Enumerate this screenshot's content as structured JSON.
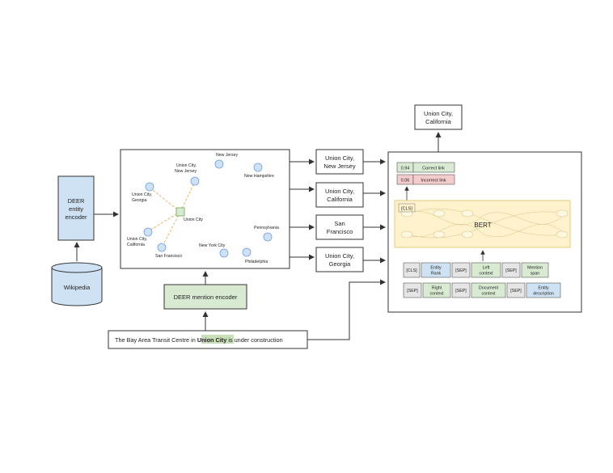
{
  "sentence": {
    "before": "The Bay Area Transit Centre in ",
    "mention": "Union City",
    "after": " is under construction"
  },
  "wikipedia": "Wikipedia",
  "entity_encoder": [
    "DEER",
    "entity",
    "encoder"
  ],
  "mention_encoder": "DEER mention encoder",
  "space": {
    "center_label": "Union City",
    "nodes": [
      "New Jersey",
      "Union City, New Jersey",
      "New Hampshire",
      "Union City, Georgia",
      "Union City, California",
      "San Francisco",
      "New York City",
      "Pennsylvania",
      "Philadelphia"
    ]
  },
  "candidates": [
    "Union City, New Jersey",
    "Union City, California",
    "San Francisco",
    "Union City, Georgia"
  ],
  "output": "Union City, California",
  "scores": [
    {
      "value": "0.94",
      "label": "Correct link",
      "color": "#d9ead3"
    },
    {
      "value": "0.06",
      "label": "Incorrect link",
      "color": "#f4cccc"
    }
  ],
  "bert": {
    "cls": "[CLS]",
    "label": "BERT"
  },
  "tokens_row1": [
    "[CLS]",
    "Entity Rank",
    "[SEP]",
    "Left context",
    "[SEP]",
    "Mention span"
  ],
  "tokens_row2": [
    "[SEP]",
    "Right context",
    "[SEP]",
    "Document context",
    "[SEP]",
    "Entity description"
  ],
  "colors": {
    "entity_blue": "#cfe2f3",
    "mention_green": "#d9ead3",
    "bert_yellow": "#fff2cc",
    "highlight": "#c9dfb8"
  }
}
